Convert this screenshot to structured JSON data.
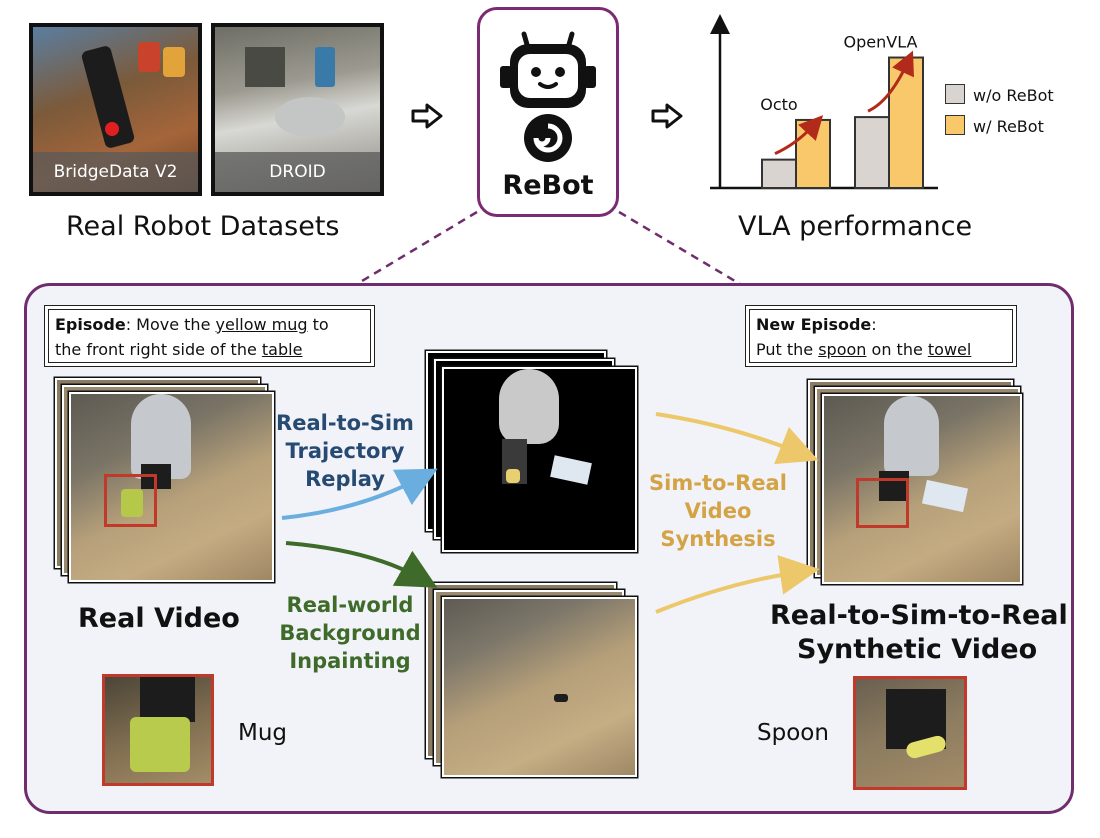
{
  "datasets": {
    "caption": "Real Robot Datasets",
    "items": [
      {
        "label": "BridgeData V2"
      },
      {
        "label": "DROID"
      }
    ]
  },
  "rebot": {
    "name": "ReBot"
  },
  "performance": {
    "caption": "VLA performance",
    "legend": [
      {
        "label": "w/o ReBot",
        "color": "#d9d4cf"
      },
      {
        "label": "w/ ReBot",
        "color": "#f9c86b"
      }
    ]
  },
  "chart_data": {
    "type": "bar",
    "categories": [
      "Octo",
      "OpenVLA"
    ],
    "series": [
      {
        "name": "w/o ReBot",
        "values": [
          1.0,
          2.5
        ]
      },
      {
        "name": "w/ ReBot",
        "values": [
          2.4,
          4.6
        ]
      }
    ],
    "ylim": [
      0,
      5.5
    ]
  },
  "episode": {
    "label": "Episode",
    "text_a": ": Move the ",
    "obj": "yellow mug",
    "text_b": " to",
    "text_c": "the front right side of the ",
    "place": "table"
  },
  "new_episode": {
    "label": "New Episode",
    "colon": ":",
    "text_a": "Put the ",
    "obj": "spoon",
    "text_b": " on the ",
    "place": "towel"
  },
  "steps": {
    "real_to_sim": {
      "l1": "Real-to-Sim",
      "l2": "Trajectory",
      "l3": "Replay",
      "color": "#274a72"
    },
    "inpaint": {
      "l1": "Real-world",
      "l2": "Background",
      "l3": "Inpainting",
      "color": "#3e6b2a"
    },
    "sim_to_real": {
      "l1": "Sim-to-Real",
      "l2": "Video",
      "l3": "Synthesis",
      "color": "#d3a345"
    }
  },
  "labels": {
    "real_video": "Real Video",
    "synthetic_l1": "Real-to-Sim-to-Real",
    "synthetic_l2": "Synthetic Video",
    "mug": "Mug",
    "spoon": "Spoon"
  }
}
